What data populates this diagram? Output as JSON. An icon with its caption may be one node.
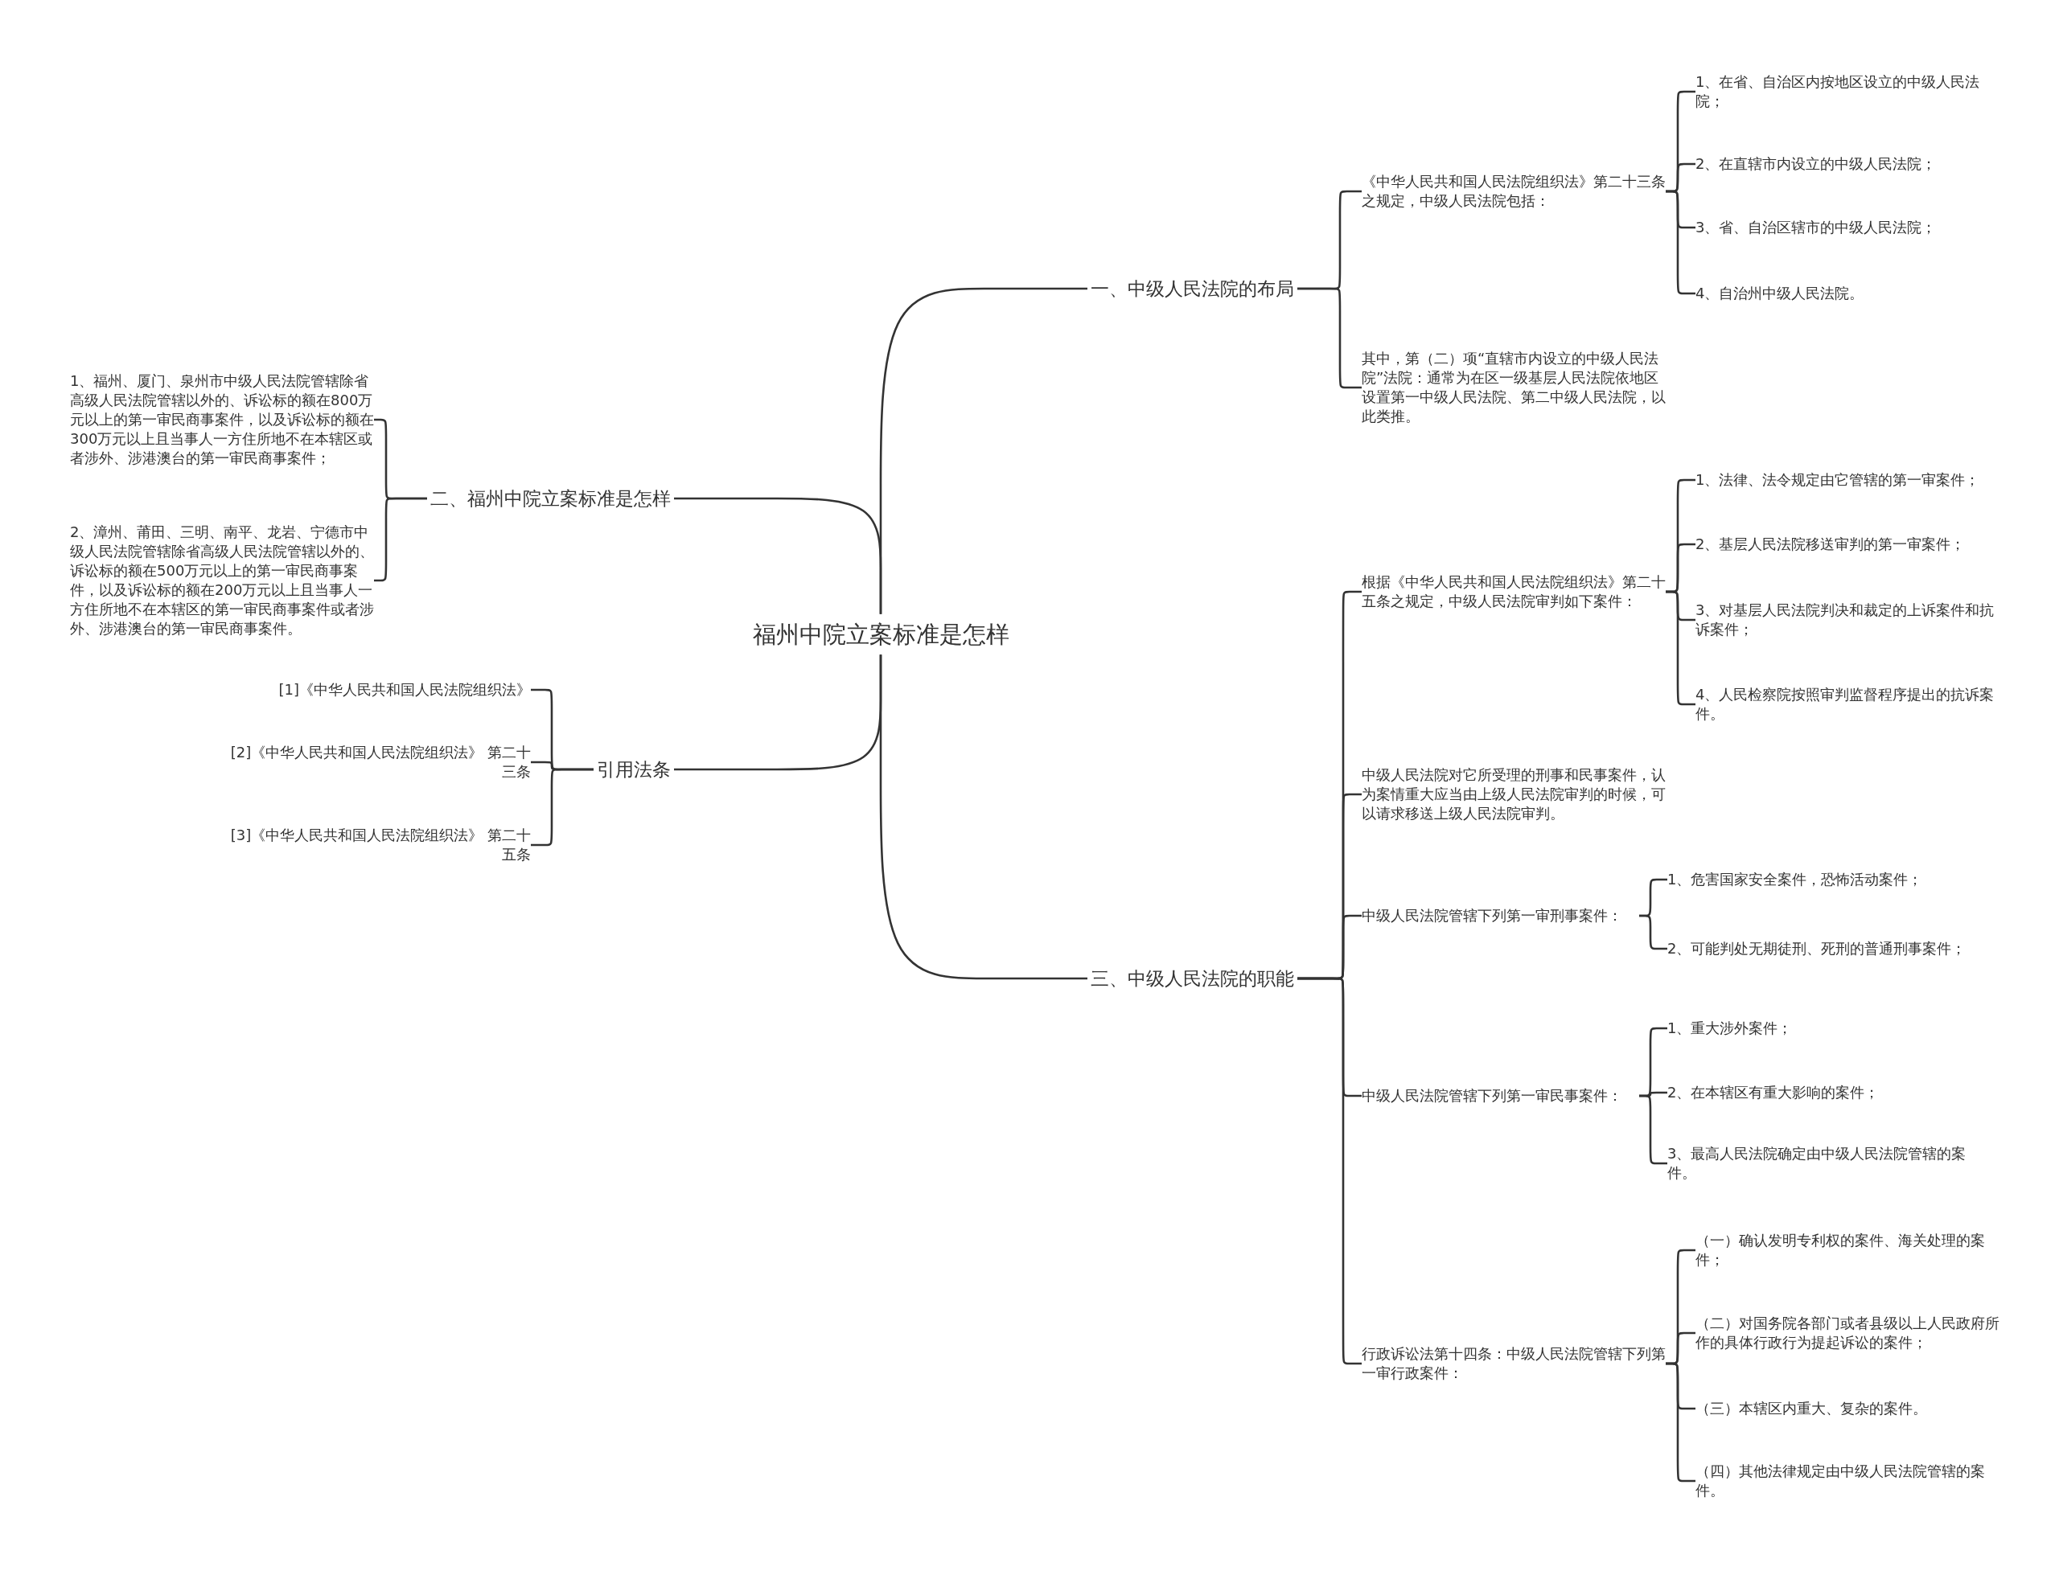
{
  "diagram": {
    "nodes": [
      {
        "text": [
          "福州中院立案标准是怎样"
        ]
      },
      {
        "text": [
          "一、中级人民法院的布局"
        ]
      },
      {
        "text": [
          "二、福州中院立案标准是怎样"
        ]
      },
      {
        "text": [
          "引用法条"
        ]
      },
      {
        "text": [
          "三、中级人民法院的职能"
        ]
      },
      {
        "text": [
          "《中华人民共和国人民法院组织法》第二十三条之规定，中级人民法院包括："
        ]
      },
      {
        "text": [
          "其中，第（二）项“直辖市内设立的中级人民法院”法院：通常为在区一级基层人民法院依地区设置第一中级人民法院、第二中级人民法院，以此类推。"
        ]
      },
      {
        "text": [
          "1、在省、自治区内按地区设立的中级人民法院；"
        ]
      },
      {
        "text": [
          "2、在直辖市内设立的中级人民法院；"
        ]
      },
      {
        "text": [
          "3、省、自治区辖市的中级人民法院；"
        ]
      },
      {
        "text": [
          "4、自治州中级人民法院。"
        ]
      },
      {
        "text": [
          "根据《中华人民共和国人民法院组织法》第二十五条之规定，中级人民法院审判如下案件："
        ]
      },
      {
        "text": [
          "1、法律、法令规定由它管辖的第一审案件；"
        ]
      },
      {
        "text": [
          "2、基层人民法院移送审判的第一审案件；"
        ]
      },
      {
        "text": [
          "3、对基层人民法院判决和裁定的上诉案件和抗诉案件；"
        ]
      },
      {
        "text": [
          "4、人民检察院按照审判监督程序提出的抗诉案件。"
        ]
      },
      {
        "text": [
          "中级人民法院对它所受理的刑事和民事案件，认为案情重大应当由上级人民法院审判的时候，可以请求移送上级人民法院审判。"
        ]
      },
      {
        "text": [
          "中级人民法院管辖下列第一审刑事案件："
        ]
      },
      {
        "text": [
          "1、危害国家安全案件，恐怖活动案件；"
        ]
      },
      {
        "text": [
          "2、可能判处无期徒刑、死刑的普通刑事案件；"
        ]
      },
      {
        "text": [
          "中级人民法院管辖下列第一审民事案件："
        ]
      },
      {
        "text": [
          "1、重大涉外案件；"
        ]
      },
      {
        "text": [
          "2、在本辖区有重大影响的案件；"
        ]
      },
      {
        "text": [
          "3、最高人民法院确定由中级人民法院管辖的案件。"
        ]
      },
      {
        "text": [
          "行政诉讼法第十四条：中级人民法院管辖下列第一审行政案件："
        ]
      },
      {
        "text": [
          "（一）确认发明专利权的案件、海关处理的案件；"
        ]
      },
      {
        "text": [
          "（二）对国务院各部门或者县级以上人民政府所作的具体行政行为提起诉讼的案件；"
        ]
      },
      {
        "text": [
          "（三）本辖区内重大、复杂的案件。"
        ]
      },
      {
        "text": [
          "（四）其他法律规定由中级人民法院管辖的案件。"
        ]
      },
      {
        "text": [
          "1、福州、厦门、泉州市中级人民法院管辖除省高级人民法院管辖以外的、诉讼标的额在800万元以上的第一审民商事案件，以及诉讼标的额在300万元以上且当事人一方住所地不在本辖区或者涉外、涉港澳台的第一审民商事案件；"
        ]
      },
      {
        "text": [
          "2、漳州、莆田、三明、南平、龙岩、宁德市中级人民法院管辖除省高级人民法院管辖以外的、诉讼标的额在500万元以上的第一审民商事案件，以及诉讼标的额在200万元以上且当事人一方住所地不在本辖区的第一审民商事案件或者涉外、涉港澳台的第一审民商事案件。"
        ]
      },
      {
        "text": [
          "[1]《中华人民共和国人民法院组织法》"
        ]
      },
      {
        "text": [
          "[2]《中华人民共和国人民法院组织法》 第二十三条"
        ]
      },
      {
        "text": [
          "[3]《中华人民共和国人民法院组织法》 第二十五条"
        ]
      }
    ],
    "edges": [
      {
        "from": 0,
        "to": 1,
        "arrow": "none"
      },
      {
        "from": 0,
        "to": 2,
        "arrow": "none"
      },
      {
        "from": 0,
        "to": 3,
        "arrow": "none"
      },
      {
        "from": 0,
        "to": 4,
        "arrow": "none"
      },
      {
        "from": 1,
        "to": 5,
        "arrow": "none"
      },
      {
        "from": 1,
        "to": 6,
        "arrow": "none"
      },
      {
        "from": 5,
        "to": 7,
        "arrow": "none"
      },
      {
        "from": 5,
        "to": 8,
        "arrow": "none"
      },
      {
        "from": 5,
        "to": 9,
        "arrow": "none"
      },
      {
        "from": 5,
        "to": 10,
        "arrow": "none"
      },
      {
        "from": 4,
        "to": 11,
        "arrow": "none"
      },
      {
        "from": 11,
        "to": 12,
        "arrow": "none"
      },
      {
        "from": 11,
        "to": 13,
        "arrow": "none"
      },
      {
        "from": 11,
        "to": 14,
        "arrow": "none"
      },
      {
        "from": 11,
        "to": 15,
        "arrow": "none"
      },
      {
        "from": 4,
        "to": 16,
        "arrow": "none"
      },
      {
        "from": 4,
        "to": 17,
        "arrow": "none"
      },
      {
        "from": 17,
        "to": 18,
        "arrow": "none"
      },
      {
        "from": 17,
        "to": 19,
        "arrow": "none"
      },
      {
        "from": 4,
        "to": 20,
        "arrow": "none"
      },
      {
        "from": 20,
        "to": 21,
        "arrow": "none"
      },
      {
        "from": 20,
        "to": 22,
        "arrow": "none"
      },
      {
        "from": 20,
        "to": 23,
        "arrow": "none"
      },
      {
        "from": 4,
        "to": 24,
        "arrow": "none"
      },
      {
        "from": 24,
        "to": 25,
        "arrow": "none"
      },
      {
        "from": 24,
        "to": 26,
        "arrow": "none"
      },
      {
        "from": 24,
        "to": 27,
        "arrow": "none"
      },
      {
        "from": 24,
        "to": 28,
        "arrow": "none"
      },
      {
        "from": 2,
        "to": 29,
        "arrow": "none"
      },
      {
        "from": 2,
        "to": 30,
        "arrow": "none"
      },
      {
        "from": 3,
        "to": 31,
        "arrow": "none"
      },
      {
        "from": 3,
        "to": 32,
        "arrow": "none"
      },
      {
        "from": 3,
        "to": 33,
        "arrow": "none"
      }
    ]
  }
}
